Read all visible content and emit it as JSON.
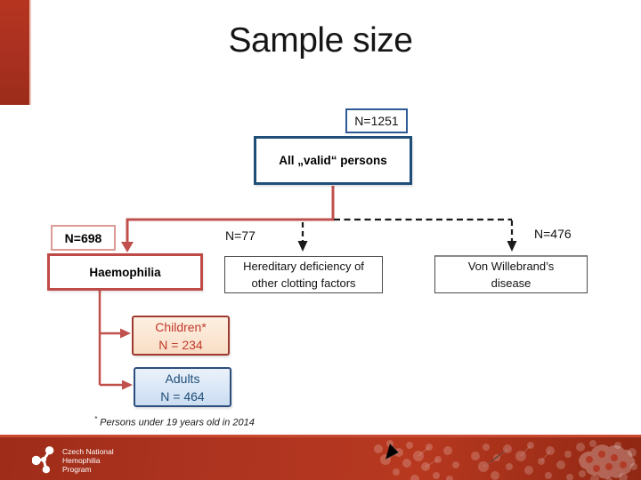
{
  "slide": {
    "title": "Sample size"
  },
  "flowchart": {
    "total_label": "N=1251",
    "root_label": "All „valid“ persons",
    "haemophilia": {
      "count": "N=698",
      "label": "Haemophilia"
    },
    "hereditary": {
      "count": "N=77",
      "line1": "Hereditary deficiency of",
      "line2": "other clotting factors"
    },
    "von_willebrand": {
      "count": "N=476",
      "line1": "Von Willebrand’s",
      "line2": "disease"
    },
    "children": {
      "label": "Children*",
      "count": "N = 234"
    },
    "adults": {
      "label": "Adults",
      "count": "N = 464"
    }
  },
  "footnote": {
    "marker": "*",
    "text": " Persons under 19 years old in 2014"
  },
  "footer": {
    "org_line1": "Czech National",
    "org_line2": "Hemophilia",
    "org_line3": "Program"
  },
  "colors": {
    "connector_red": "#C0504D",
    "root_border_blue": "#1F4E79",
    "haemophilia_border": "#BE4B48",
    "children_fill": "#FBE5D2",
    "children_text": "#C0392B",
    "adults_fill": "#D8E6F6",
    "adults_text": "#1F4E79",
    "footer_red": "#AE3420"
  }
}
